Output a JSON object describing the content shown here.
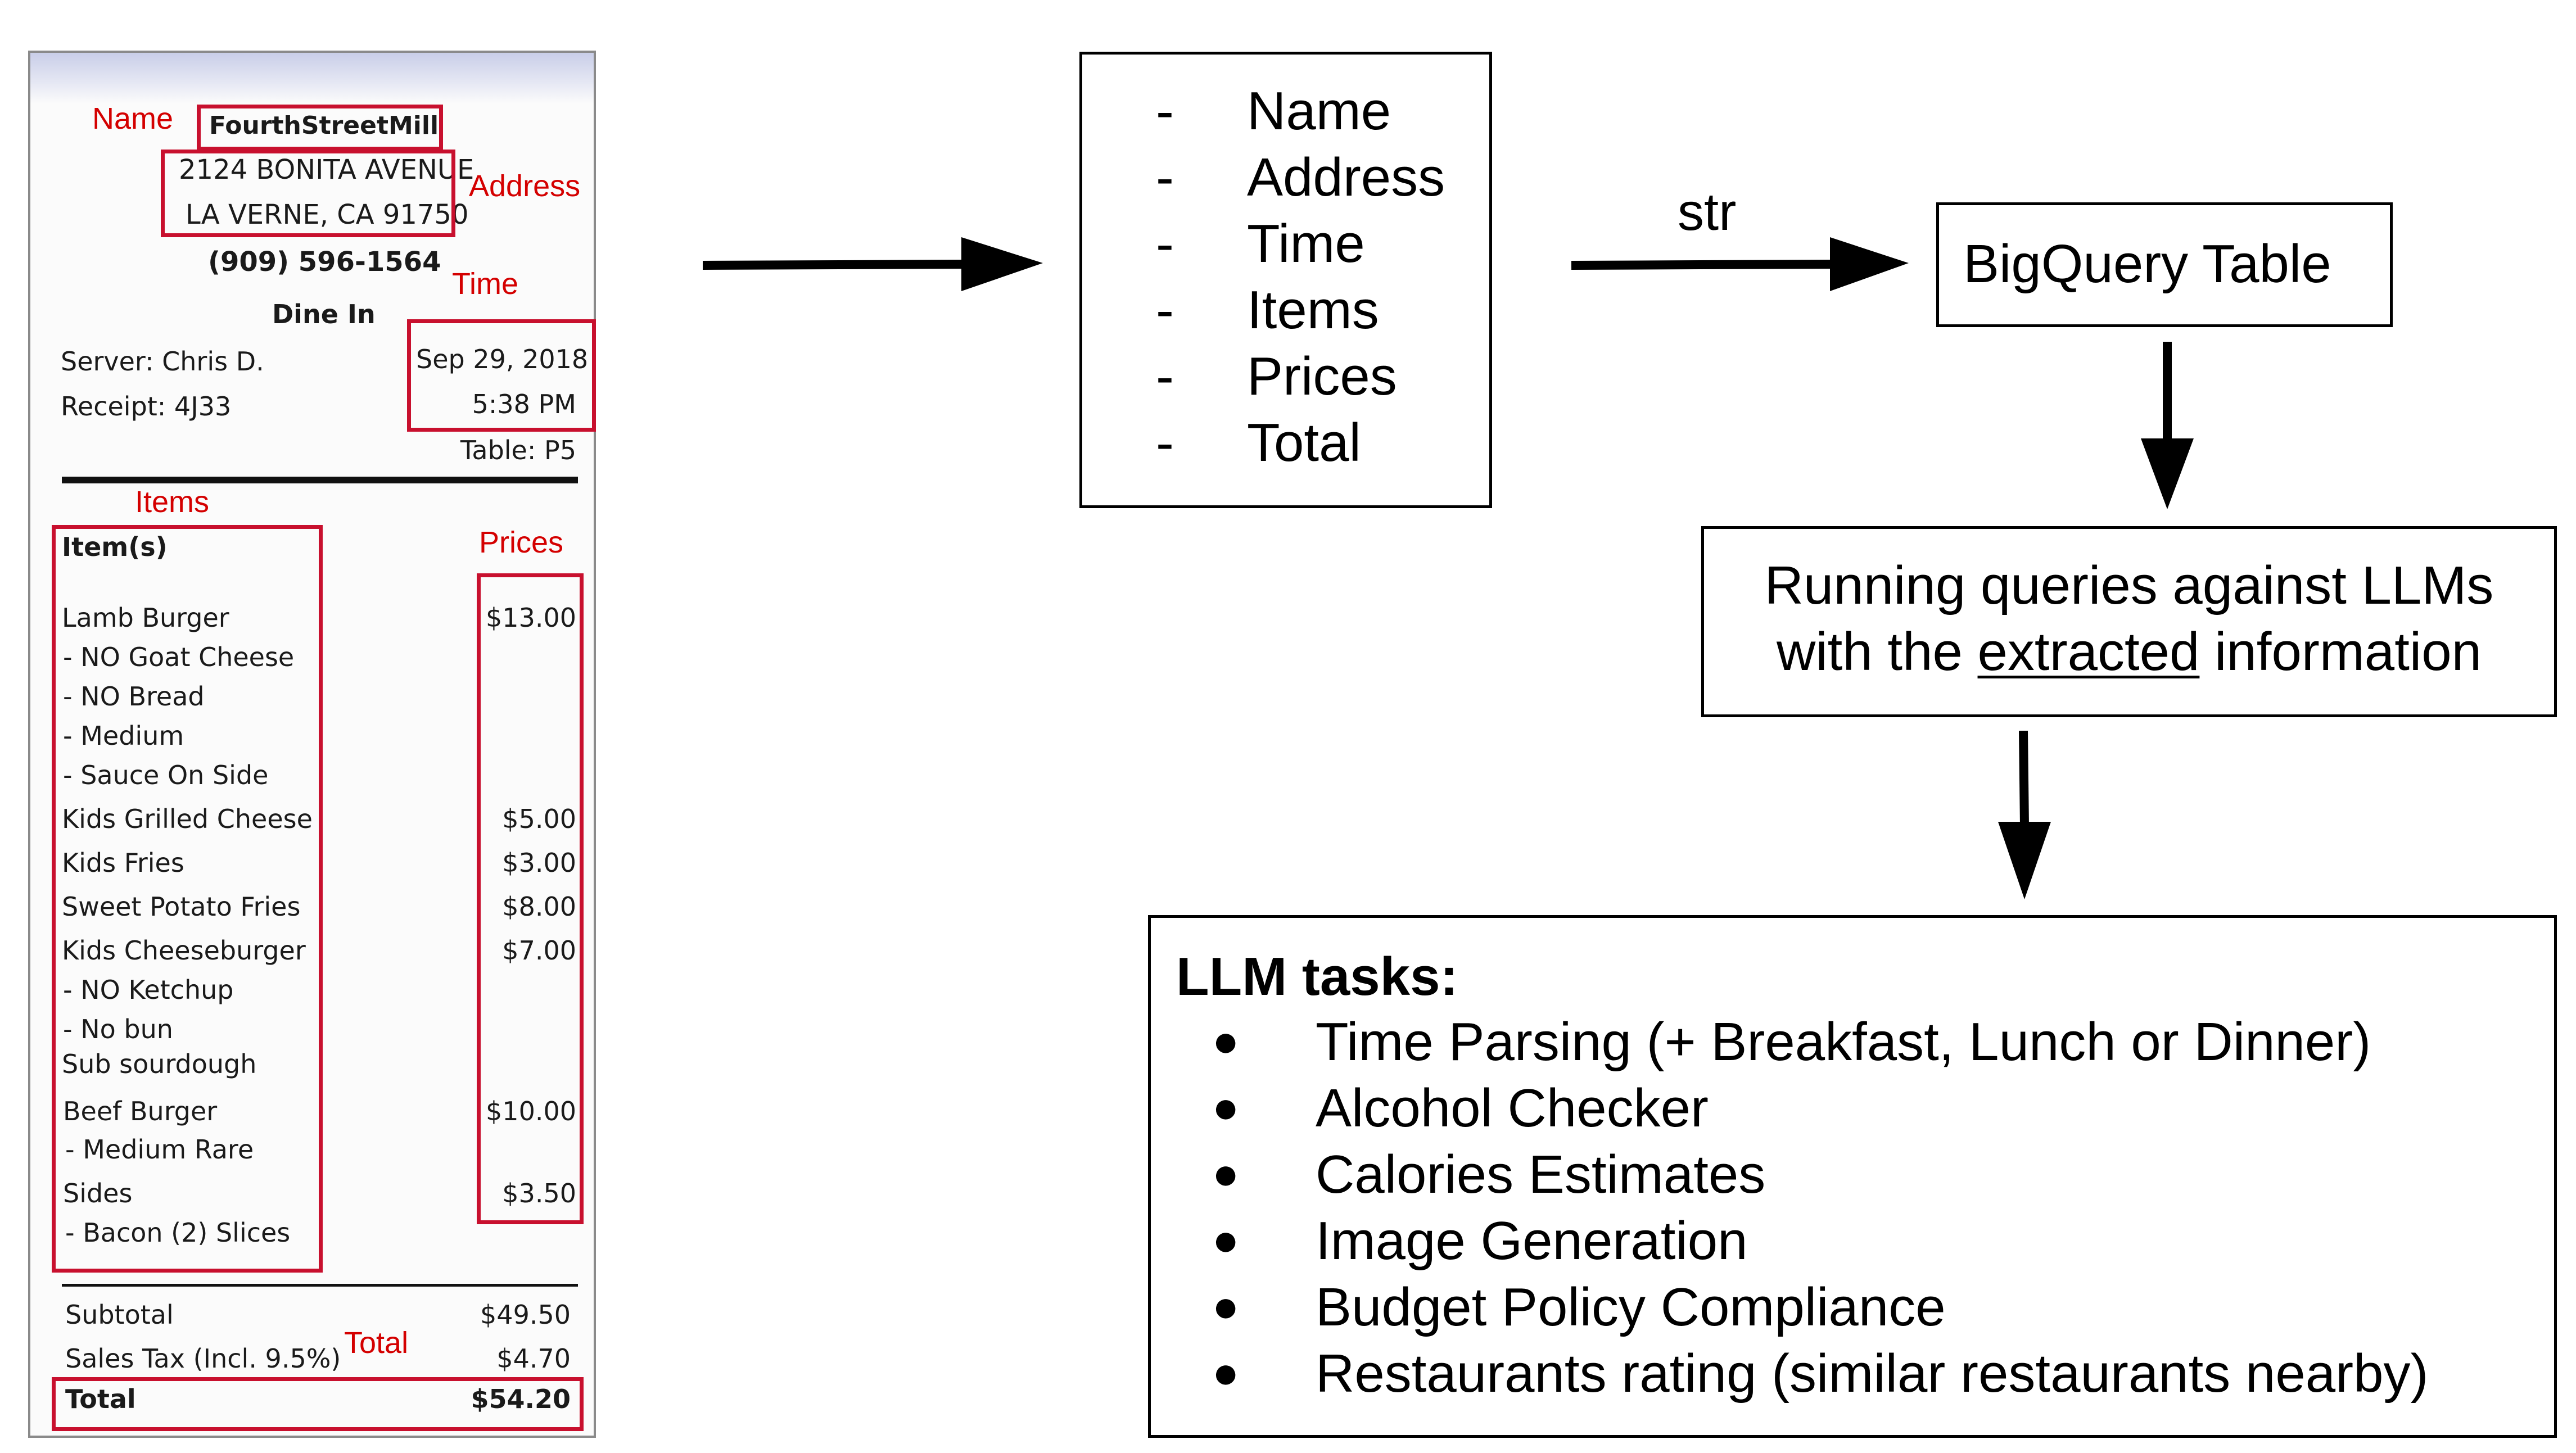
{
  "receipt": {
    "restaurant_name": "FourthStreetMill",
    "address_line1": "2124 BONITA AVENUE",
    "address_line2": "LA VERNE, CA 91750",
    "phone": "(909) 596-1564",
    "service": "Dine In",
    "server": "Server: Chris D.",
    "receipt_no": "Receipt: 4J33",
    "date": "Sep 29, 2018",
    "time": "5:38 PM",
    "table": "Table: P5",
    "items_header": "Item(s)",
    "lines": [
      {
        "text": "Lamb Burger",
        "price": "$13.00"
      },
      {
        "text": "- NO Goat Cheese",
        "price": ""
      },
      {
        "text": "- NO Bread",
        "price": ""
      },
      {
        "text": "- Medium",
        "price": ""
      },
      {
        "text": "- Sauce On Side",
        "price": ""
      },
      {
        "text": "Kids Grilled Cheese",
        "price": "$5.00"
      },
      {
        "text": "Kids Fries",
        "price": "$3.00"
      },
      {
        "text": "Sweet Potato Fries",
        "price": "$8.00"
      },
      {
        "text": "Kids Cheeseburger",
        "price": "$7.00"
      },
      {
        "text": "- NO Ketchup",
        "price": ""
      },
      {
        "text": "- No bun",
        "price": ""
      },
      {
        "text": "Sub sourdough",
        "price": ""
      },
      {
        "text": "Beef Burger",
        "price": "$10.00"
      },
      {
        "text": "- Medium Rare",
        "price": ""
      },
      {
        "text": "Sides",
        "price": "$3.50"
      },
      {
        "text": "- Bacon (2) Slices",
        "price": ""
      }
    ],
    "subtotal_label": "Subtotal",
    "subtotal": "$49.50",
    "tax_label": "Sales Tax (Incl. 9.5%)",
    "tax": "$4.70",
    "total_label": "Total",
    "total": "$54.20"
  },
  "annotations": {
    "name": "Name",
    "address": "Address",
    "time": "Time",
    "items": "Items",
    "prices": "Prices",
    "total": "Total",
    "color": "#d40000"
  },
  "fields_box": {
    "bullet": "-",
    "items": [
      "Name",
      "Address",
      "Time",
      "Items",
      "Prices",
      "Total"
    ]
  },
  "arrow_label": "str",
  "bigquery_box": {
    "label": "BigQuery Table"
  },
  "queries_box": {
    "line1": "Running queries against LLMs",
    "line2_prefix": "with the ",
    "line2_underlined": "extracted",
    "line2_suffix": " information"
  },
  "tasks_box": {
    "title": "LLM tasks:",
    "bullet": "●",
    "items": [
      "Time Parsing (+ Breakfast, Lunch or Dinner)",
      "Alcohol Checker",
      "Calories Estimates",
      "Image Generation",
      "Budget Policy Compliance",
      "Restaurants rating (similar restaurants nearby)"
    ]
  }
}
